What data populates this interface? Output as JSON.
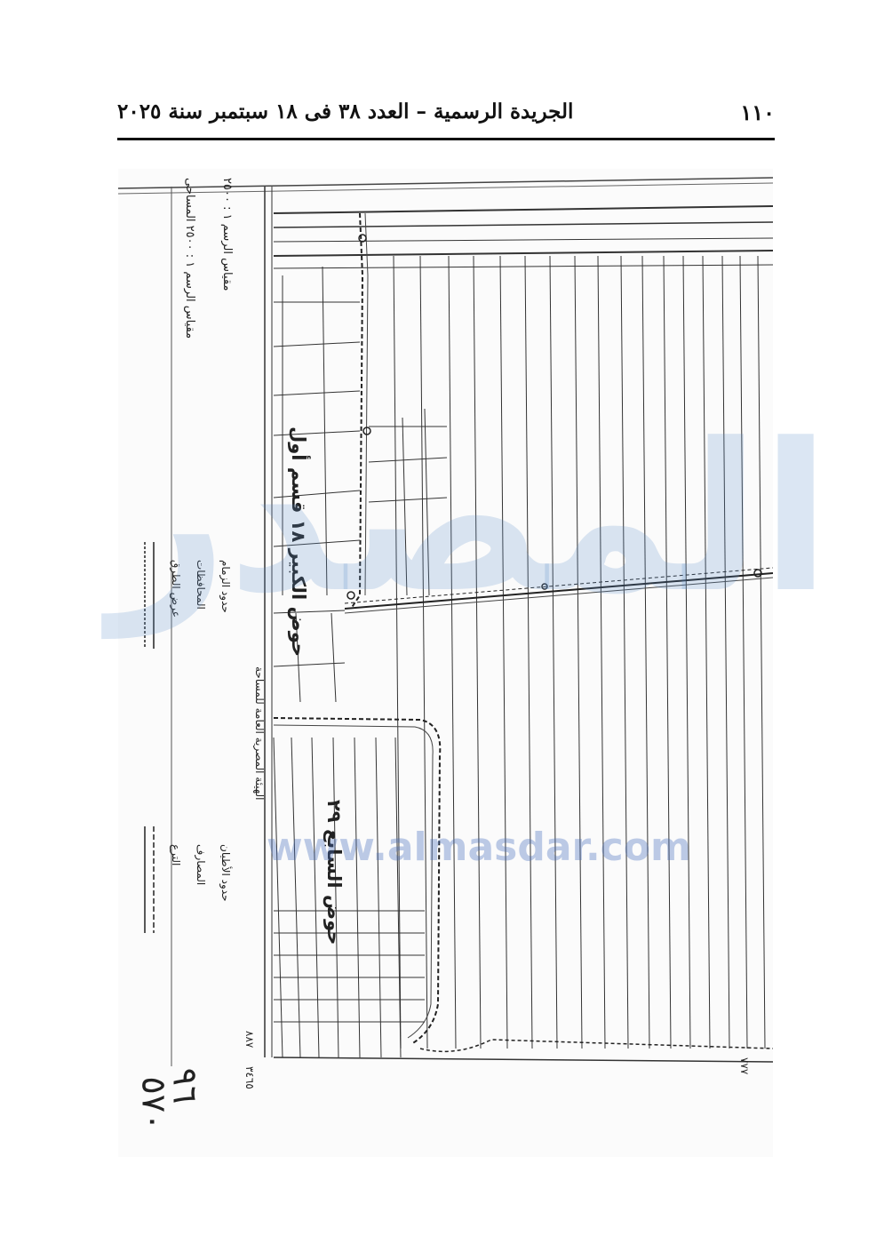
{
  "header": {
    "page_number": "١١٠",
    "title": "الجريدة الرسمية – العدد ٣٨ فى ١٨ سبتمبر سنة ٢٠٢٥"
  },
  "map": {
    "basin_label_1": "حوض الكبير ١٨ قسم أول",
    "basin_label_2": "حوض السابع ٢٩",
    "scale_top": "مقياس الرسم ١ : ٢٥٠٠",
    "scale_survey": "مقياس الرسم ١ : ٢٥٠٠ المساحى",
    "legend_boundary": "حدود الزمام",
    "legend_markaz": "المحافظات",
    "legend_roads": "عرض الطرق",
    "legend_drainage": "المصارف",
    "legend_land": "حدود الأطيان",
    "legend_canals": "الترع",
    "authority_label": "الهيئة المصرية العامة للمساحة",
    "stamp_1": "٩٦",
    "stamp_2": "٥٧٠",
    "bottom_numbers": [
      "٨٨٧",
      "٣٤٦٥",
      "٧٧٧"
    ]
  },
  "watermark": {
    "text": "المصدر",
    "url": "www.almasdar.com"
  }
}
